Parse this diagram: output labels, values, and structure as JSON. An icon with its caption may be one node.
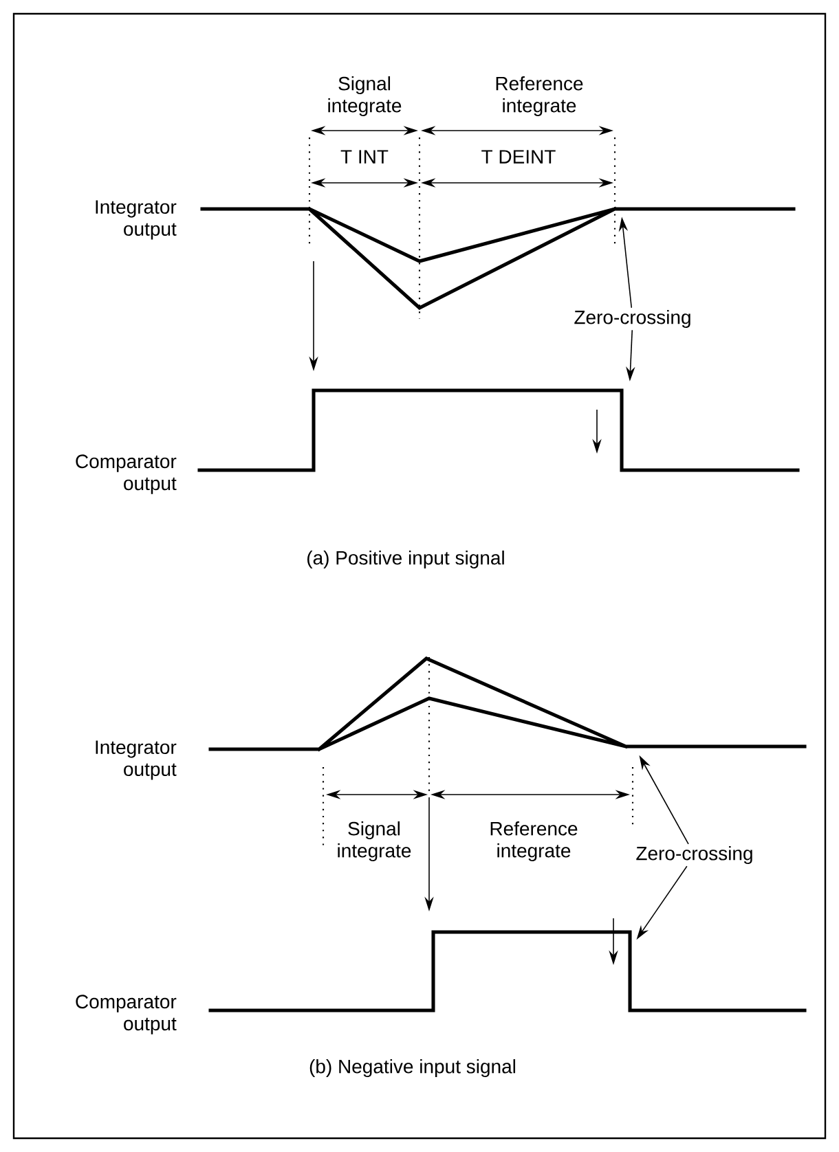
{
  "diagram": {
    "nodes": [
      {
        "text": [
          "Zero-crossing"
        ]
      },
      {
        "text": [
          "Zero-crossing"
        ]
      },
      {
        "text": [],
        "shape": "line",
        "beside": [
          "Integrator output"
        ]
      },
      {
        "text": [],
        "shape": "line",
        "beside": [
          "Comparator output"
        ]
      },
      {
        "text": [],
        "shape": "line",
        "beside": [
          "Integrator output"
        ]
      },
      {
        "text": [],
        "shape": "line",
        "beside": [
          "Comparator output"
        ]
      }
    ],
    "edges": [
      {
        "from": 0,
        "to": 2,
        "arrow": "to"
      },
      {
        "from": 0,
        "to": 3,
        "arrow": "to"
      },
      {
        "from": 1,
        "to": 4,
        "arrow": "to"
      },
      {
        "from": 1,
        "to": 5,
        "arrow": "to"
      }
    ],
    "labels": [
      "Signal integrate",
      "Reference integrate",
      "T INT",
      "T DEINT",
      "(a) Positive input signal",
      "Signal integrate",
      "Reference integrate",
      "(b) Negative input signal"
    ]
  }
}
